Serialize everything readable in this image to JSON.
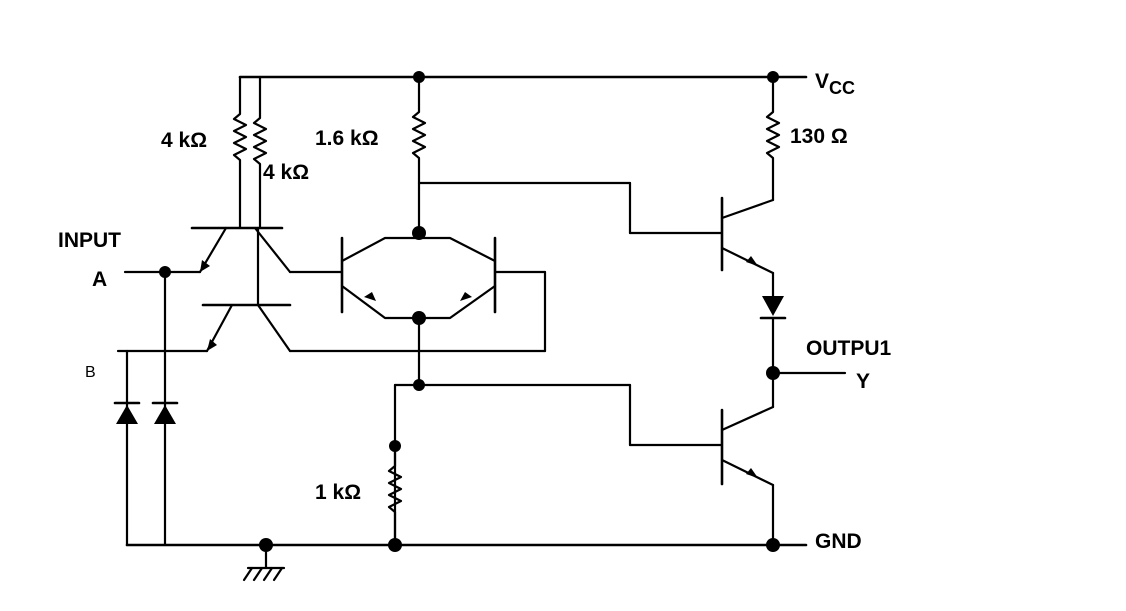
{
  "labels": {
    "vcc_main": "V",
    "vcc_sub": "CC",
    "r1": "4 kΩ",
    "r2": "4 kΩ",
    "r3": "1.6 kΩ",
    "r4": "130 Ω",
    "r5": "1 kΩ",
    "input": "INPUT",
    "input_a": "A",
    "input_b": "B",
    "output": "OUTPU1",
    "output_y": "Y",
    "gnd": "GND"
  }
}
